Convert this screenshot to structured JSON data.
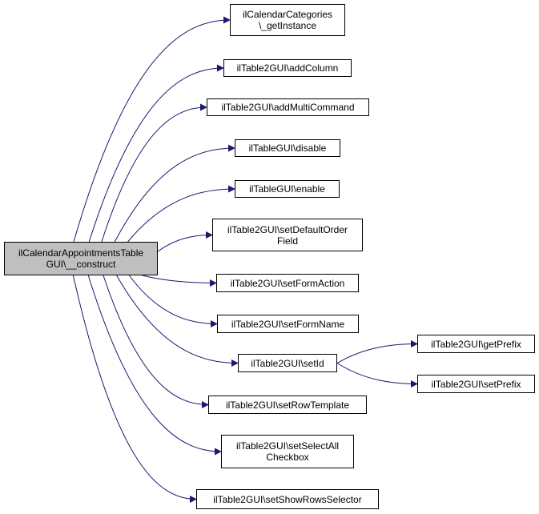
{
  "colors": {
    "edge": "#191970",
    "node_border": "#000000",
    "node_fill": "#ffffff",
    "root_fill": "#bfbfbf"
  },
  "nodes": {
    "root": "ilCalendarAppointmentsTable\nGUI\\__construct",
    "getInstance": "ilCalendarCategories\n\\_getInstance",
    "addColumn": "ilTable2GUI\\addColumn",
    "addMultiCommand": "ilTable2GUI\\addMultiCommand",
    "disable": "ilTableGUI\\disable",
    "enable": "ilTableGUI\\enable",
    "setDefaultOrderField": "ilTable2GUI\\setDefaultOrder\nField",
    "setFormAction": "ilTable2GUI\\setFormAction",
    "setFormName": "ilTable2GUI\\setFormName",
    "setId": "ilTable2GUI\\setId",
    "setRowTemplate": "ilTable2GUI\\setRowTemplate",
    "setSelectAllCheckbox": "ilTable2GUI\\setSelectAll\nCheckbox",
    "setShowRowsSelector": "ilTable2GUI\\setShowRowsSelector",
    "getPrefix": "ilTable2GUI\\getPrefix",
    "setPrefix": "ilTable2GUI\\setPrefix"
  },
  "edges": [
    [
      "root",
      "getInstance"
    ],
    [
      "root",
      "addColumn"
    ],
    [
      "root",
      "addMultiCommand"
    ],
    [
      "root",
      "disable"
    ],
    [
      "root",
      "enable"
    ],
    [
      "root",
      "setDefaultOrderField"
    ],
    [
      "root",
      "setFormAction"
    ],
    [
      "root",
      "setFormName"
    ],
    [
      "root",
      "setId"
    ],
    [
      "root",
      "setRowTemplate"
    ],
    [
      "root",
      "setSelectAllCheckbox"
    ],
    [
      "root",
      "setShowRowsSelector"
    ],
    [
      "setId",
      "getPrefix"
    ],
    [
      "setId",
      "setPrefix"
    ]
  ]
}
